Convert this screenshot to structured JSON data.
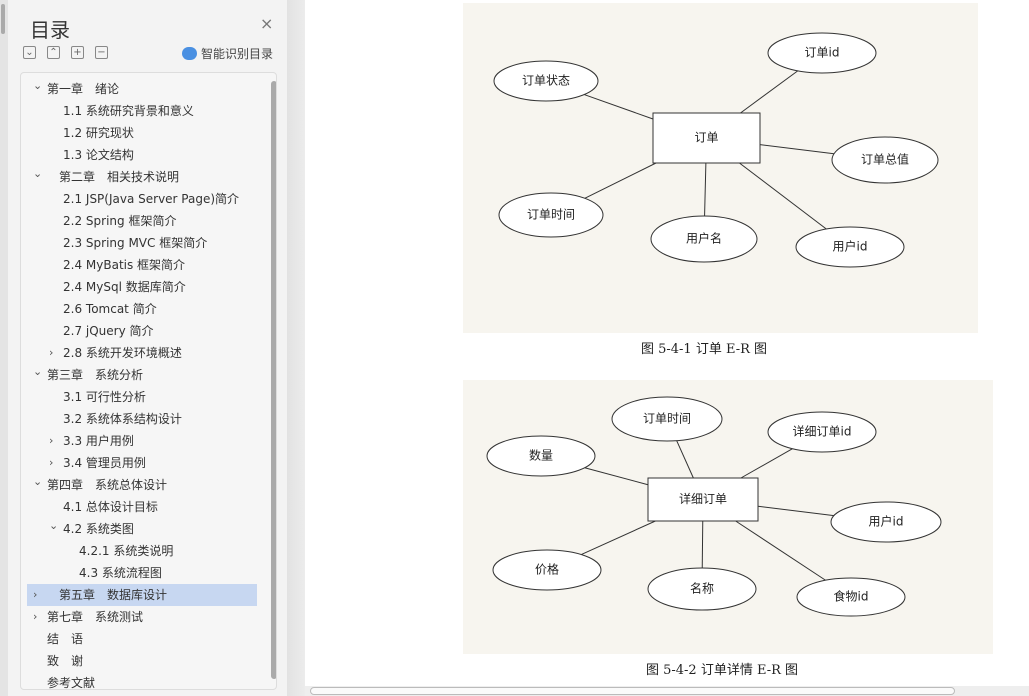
{
  "sidebar": {
    "title": "目录",
    "close_icon": "×",
    "smart_label": "智能识别目录",
    "tools": [
      "expand-all",
      "collapse-all",
      "add",
      "remove"
    ],
    "items": [
      {
        "label": "第一章　绪论",
        "level": 0,
        "chev": "down"
      },
      {
        "label": "1.1 系统研究背景和意义",
        "level": 1
      },
      {
        "label": "1.2 研究现状",
        "level": 1
      },
      {
        "label": "1.3 论文结构",
        "level": 1
      },
      {
        "label": "第二章　相关技术说明",
        "level": 0,
        "chev": "down",
        "pad": true
      },
      {
        "label": "2.1 JSP(Java Server Page)简介",
        "level": 1
      },
      {
        "label": "2.2 Spring 框架简介",
        "level": 1
      },
      {
        "label": "2.3 Spring MVC 框架简介",
        "level": 1
      },
      {
        "label": "2.4 MyBatis  框架简介",
        "level": 1
      },
      {
        "label": "2.4 MySql 数据库简介",
        "level": 1
      },
      {
        "label": "2.6 Tomcat 简介",
        "level": 1
      },
      {
        "label": "2.7 jQuery 简介",
        "level": 1
      },
      {
        "label": "2.8 系统开发环境概述",
        "level": 1,
        "chev": "right"
      },
      {
        "label": "第三章　系统分析",
        "level": 0,
        "chev": "down"
      },
      {
        "label": "3.1 可行性分析",
        "level": 1
      },
      {
        "label": "3.2 系统体系结构设计",
        "level": 1
      },
      {
        "label": "3.3 用户用例",
        "level": 1,
        "chev": "right"
      },
      {
        "label": "3.4 管理员用例",
        "level": 1,
        "chev": "right"
      },
      {
        "label": "第四章　系统总体设计",
        "level": 0,
        "chev": "down"
      },
      {
        "label": "4.1 总体设计目标",
        "level": 1
      },
      {
        "label": "4.2 系统类图",
        "level": 1,
        "chev": "down"
      },
      {
        "label": "4.2.1 系统类说明",
        "level": 2
      },
      {
        "label": "4.3 系统流程图",
        "level": 2
      },
      {
        "label": "第五章　数据库设计",
        "level": 0,
        "chev": "right",
        "pad": true,
        "selected": true
      },
      {
        "label": "第七章　系统测试",
        "level": 0,
        "chev": "right"
      },
      {
        "label": "结　语",
        "level": 0
      },
      {
        "label": "致　谢",
        "level": 0
      },
      {
        "label": "参考文献",
        "level": 0
      }
    ]
  },
  "figures": [
    {
      "entity": "订单",
      "attributes": [
        "订单状态",
        "订单id",
        "订单总值",
        "订单时间",
        "用户名",
        "用户id"
      ],
      "caption": "图 5-4-1 订单 E-R 图"
    },
    {
      "entity": "详细订单",
      "attributes": [
        "订单时间",
        "详细订单id",
        "数量",
        "用户id",
        "价格",
        "名称",
        "食物id"
      ],
      "caption": "图 5-4-2 订单详情 E-R 图"
    }
  ]
}
